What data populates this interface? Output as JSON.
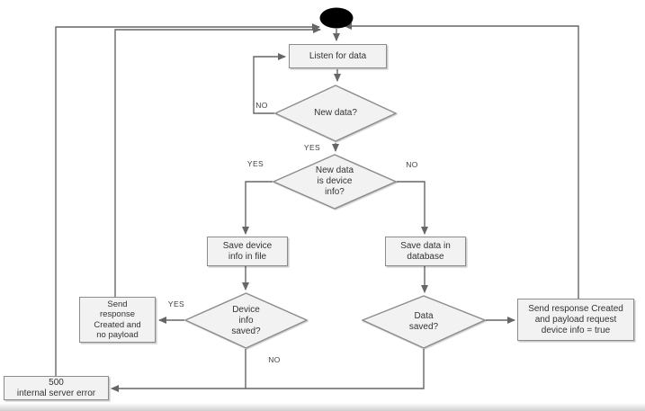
{
  "diagram": {
    "type": "flowchart",
    "background": "#ffffff",
    "colors": {
      "node_fill": "#f2f2f2",
      "node_border": "#8c8c8c",
      "connector": "#666666",
      "start_node_fill": "#000000",
      "text": "#333333"
    },
    "nodes": {
      "start": {
        "shape": "ellipse",
        "label": ""
      },
      "listen": {
        "shape": "rectangle",
        "label": "Listen for data"
      },
      "new_data": {
        "shape": "diamond",
        "label": "New data?"
      },
      "is_device_info": {
        "shape": "diamond",
        "label": "New data\nis device\ninfo?"
      },
      "save_file": {
        "shape": "rectangle",
        "label": "Save device\ninfo in file"
      },
      "save_db": {
        "shape": "rectangle",
        "label": "Save data in\ndatabase"
      },
      "device_saved": {
        "shape": "diamond",
        "label": "Device\ninfo\nsaved?"
      },
      "data_saved": {
        "shape": "diamond",
        "label": "Data\nsaved?"
      },
      "resp_no_payload": {
        "shape": "rectangle",
        "label": "Send\nresponse\nCreated and\nno payload"
      },
      "resp_payload": {
        "shape": "rectangle",
        "label": "Send response Created\nand payload request\ndevice info = true"
      },
      "error_500": {
        "shape": "rectangle",
        "label": "500\ninternal server error"
      }
    },
    "edge_labels": {
      "new_data_no": "NO",
      "new_data_yes": "YES",
      "is_device_info_yes": "YES",
      "is_device_info_no": "NO",
      "device_saved_yes": "YES",
      "device_saved_no": "NO"
    }
  }
}
